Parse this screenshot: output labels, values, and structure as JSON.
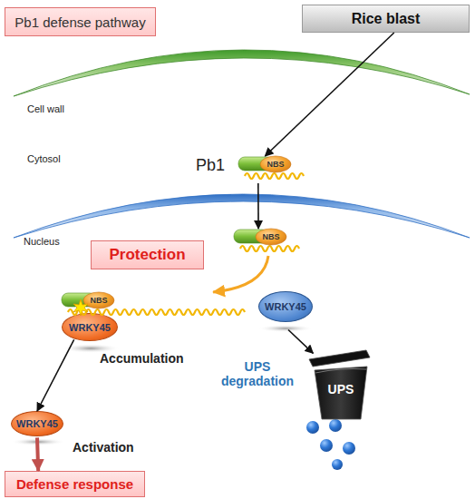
{
  "diagram": {
    "title": "Pb1 defense pathway",
    "nodes": [
      {
        "text": [
          "Rice blast"
        ]
      },
      {
        "text": [
          "NBS"
        ]
      },
      {
        "text": [
          "NBS"
        ]
      },
      {
        "text": [
          "Protection"
        ]
      },
      {
        "text": [
          "NBS"
        ]
      },
      {
        "text": [
          "WRKY45"
        ]
      },
      {
        "text": [
          "WRKY45"
        ]
      },
      {
        "text": [
          "UPS"
        ]
      },
      {
        "text": [
          "WRKY45"
        ]
      },
      {
        "text": [
          "Defense response"
        ]
      }
    ],
    "edges": [
      {
        "from": 0,
        "to": 1,
        "arrow": "to"
      },
      {
        "from": 1,
        "to": 2,
        "arrow": "to"
      },
      {
        "from": 2,
        "to": 4,
        "arrow": "to"
      },
      {
        "from": 5,
        "to": 8,
        "arrow": "to"
      },
      {
        "from": 6,
        "to": 7,
        "arrow": "to"
      },
      {
        "from": 8,
        "to": 9,
        "arrow": "to"
      }
    ],
    "labels": [
      "Cell wall",
      "Cytosol",
      "Nucleus",
      "Pb1",
      "Accumulation",
      "UPS degradation",
      "Activation"
    ]
  }
}
